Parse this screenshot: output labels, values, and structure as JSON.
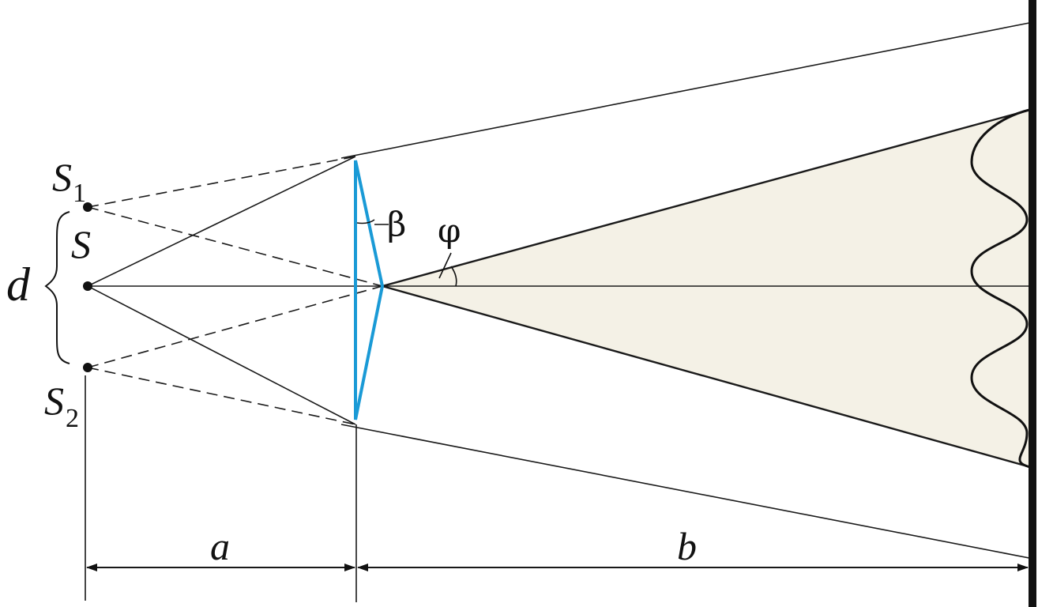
{
  "labels": {
    "source": "S",
    "virtual_source_1_main": "S",
    "virtual_source_1_sub": "1",
    "virtual_source_2_main": "S",
    "virtual_source_2_sub": "2",
    "separation": "d",
    "prism_angle": "β",
    "deflection_angle": "φ",
    "distance_source_prism": "a",
    "distance_prism_screen": "b"
  },
  "colors": {
    "prism": "#1a9ad6",
    "overlap_region": "#f4f1e6",
    "line": "#1a1a1a",
    "screen": "#111111"
  },
  "icons": {
    "screen": "screen-bar",
    "dimension_arrows": "double-arrow"
  }
}
